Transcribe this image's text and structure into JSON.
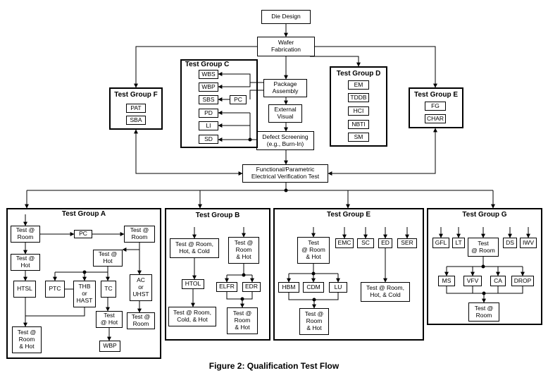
{
  "flow": {
    "die_design": "Die Design",
    "wafer_fab": "Wafer\nFabrication",
    "package_assembly": "Package\nAssembly",
    "external_visual": "External\nVisual",
    "defect_screening": "Defect Screening\n(e.g., Burn-In)",
    "functional_test": "Functional/Parametric\nElectrical Verification Test"
  },
  "group_c": {
    "title": "Test Group C",
    "items": [
      "WBS",
      "WBP",
      "SBS",
      "PD",
      "LI",
      "SD"
    ],
    "pc": "PC"
  },
  "group_d": {
    "title": "Test Group D",
    "items": [
      "EM",
      "TDDB",
      "HCI",
      "NBTI",
      "SM"
    ]
  },
  "group_f": {
    "title": "Test Group F",
    "items": [
      "PAT",
      "SBA"
    ]
  },
  "group_e_top": {
    "title": "Test Group E",
    "items": [
      "FG",
      "CHAR"
    ]
  },
  "group_a": {
    "title": "Test Group A",
    "test_room_1": "Test @\nRoom",
    "pc": "PC",
    "test_room_2": "Test @\nRoom",
    "test_hot_1": "Test @\nHot",
    "test_hot_2": "Test @\nHot",
    "htsl": "HTSL",
    "ptc": "PTC",
    "thb": "THB\nor\nHAST",
    "tc": "TC",
    "ac": "AC\nor\nUHST",
    "test_hot_3": "Test\n@ Hot",
    "test_room_hot": "Test @\nRoom\n& Hot",
    "wbp": "WBP",
    "test_room_3": "Test @\nRoom"
  },
  "group_b": {
    "title": "Test Group B",
    "test_rhc": "Test @ Room,\nHot, & Cold",
    "test_rh_1": "Test @\nRoom\n& Hot",
    "htol": "HTOL",
    "elfr": "ELFR",
    "edr": "EDR",
    "test_rch": "Test @ Room,\nCold, & Hot",
    "test_rh_2": "Test @\nRoom\n& Hot"
  },
  "group_e": {
    "title": "Test Group E",
    "test_rh_1": "Test\n@ Room\n& Hot",
    "emc": "EMC",
    "sc": "SC",
    "ed": "ED",
    "ser": "SER",
    "hbm": "HBM",
    "cdm": "CDM",
    "lu": "LU",
    "test_rh_2": "Test @\nRoom\n& Hot",
    "test_rhc": "Test @ Room,\nHot, & Cold"
  },
  "group_g": {
    "title": "Test Group G",
    "gfl": "GFL",
    "lt": "LT",
    "test_room_1": "Test\n@ Room",
    "ds": "DS",
    "iwv": "IWV",
    "ms": "MS",
    "vfv": "VFV",
    "ca": "CA",
    "drop": "DROP",
    "test_room_2": "Test @\nRoom"
  },
  "caption": "Figure 2:  Qualification Test Flow"
}
